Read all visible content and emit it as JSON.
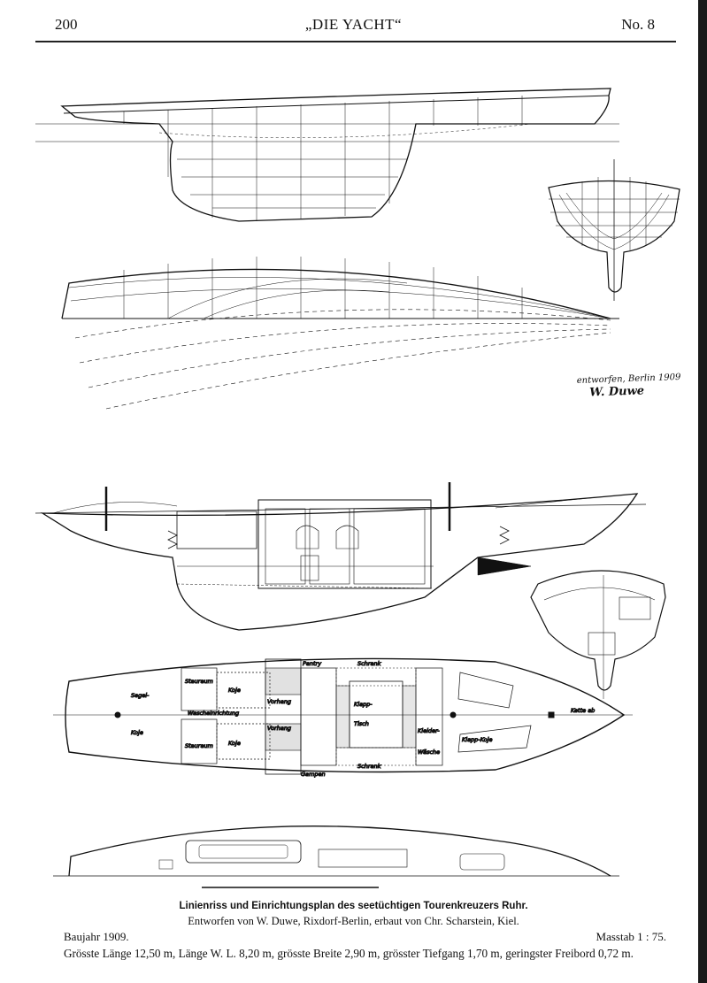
{
  "header": {
    "page_number": "200",
    "journal": "„DIE YACHT“",
    "issue": "No. 8"
  },
  "signature": {
    "line1": "entworfen, Berlin 1909",
    "line2": "W. Duwe"
  },
  "plan_labels": {
    "segel_koje_1": "Segel-",
    "segel_koje_2": "Koje",
    "stauraum": "Stauraum",
    "koje": "Koje",
    "pantry": "Pantry",
    "schrank": "Schrank",
    "kleider": "Kleider-",
    "wascheinrichtung": "Wascheinrichtung",
    "vorhang": "Vorhang",
    "klapp": "Klapp-",
    "tisch": "Tisch",
    "gampen": "Gampen",
    "waesche": "Wäsche",
    "klapp_koje": "Klapp-Koje",
    "kette": "Kette ab"
  },
  "caption": {
    "title": "Linienriss und Einrichtungsplan des seetüchtigen Tourenkreuzers Ruhr.",
    "subtitle": "Entworfen von W. Duwe, Rixdorf-Berlin, erbaut von Chr. Scharstein, Kiel.",
    "year": "Baujahr 1909.",
    "scale": "Masstab 1 : 75.",
    "dimensions": "Grösste Länge 12,50 m, Länge W. L. 8,20 m, grösste Breite 2,90 m, grösster Tiefgang 1,70 m, geringster Freibord 0,72 m."
  }
}
